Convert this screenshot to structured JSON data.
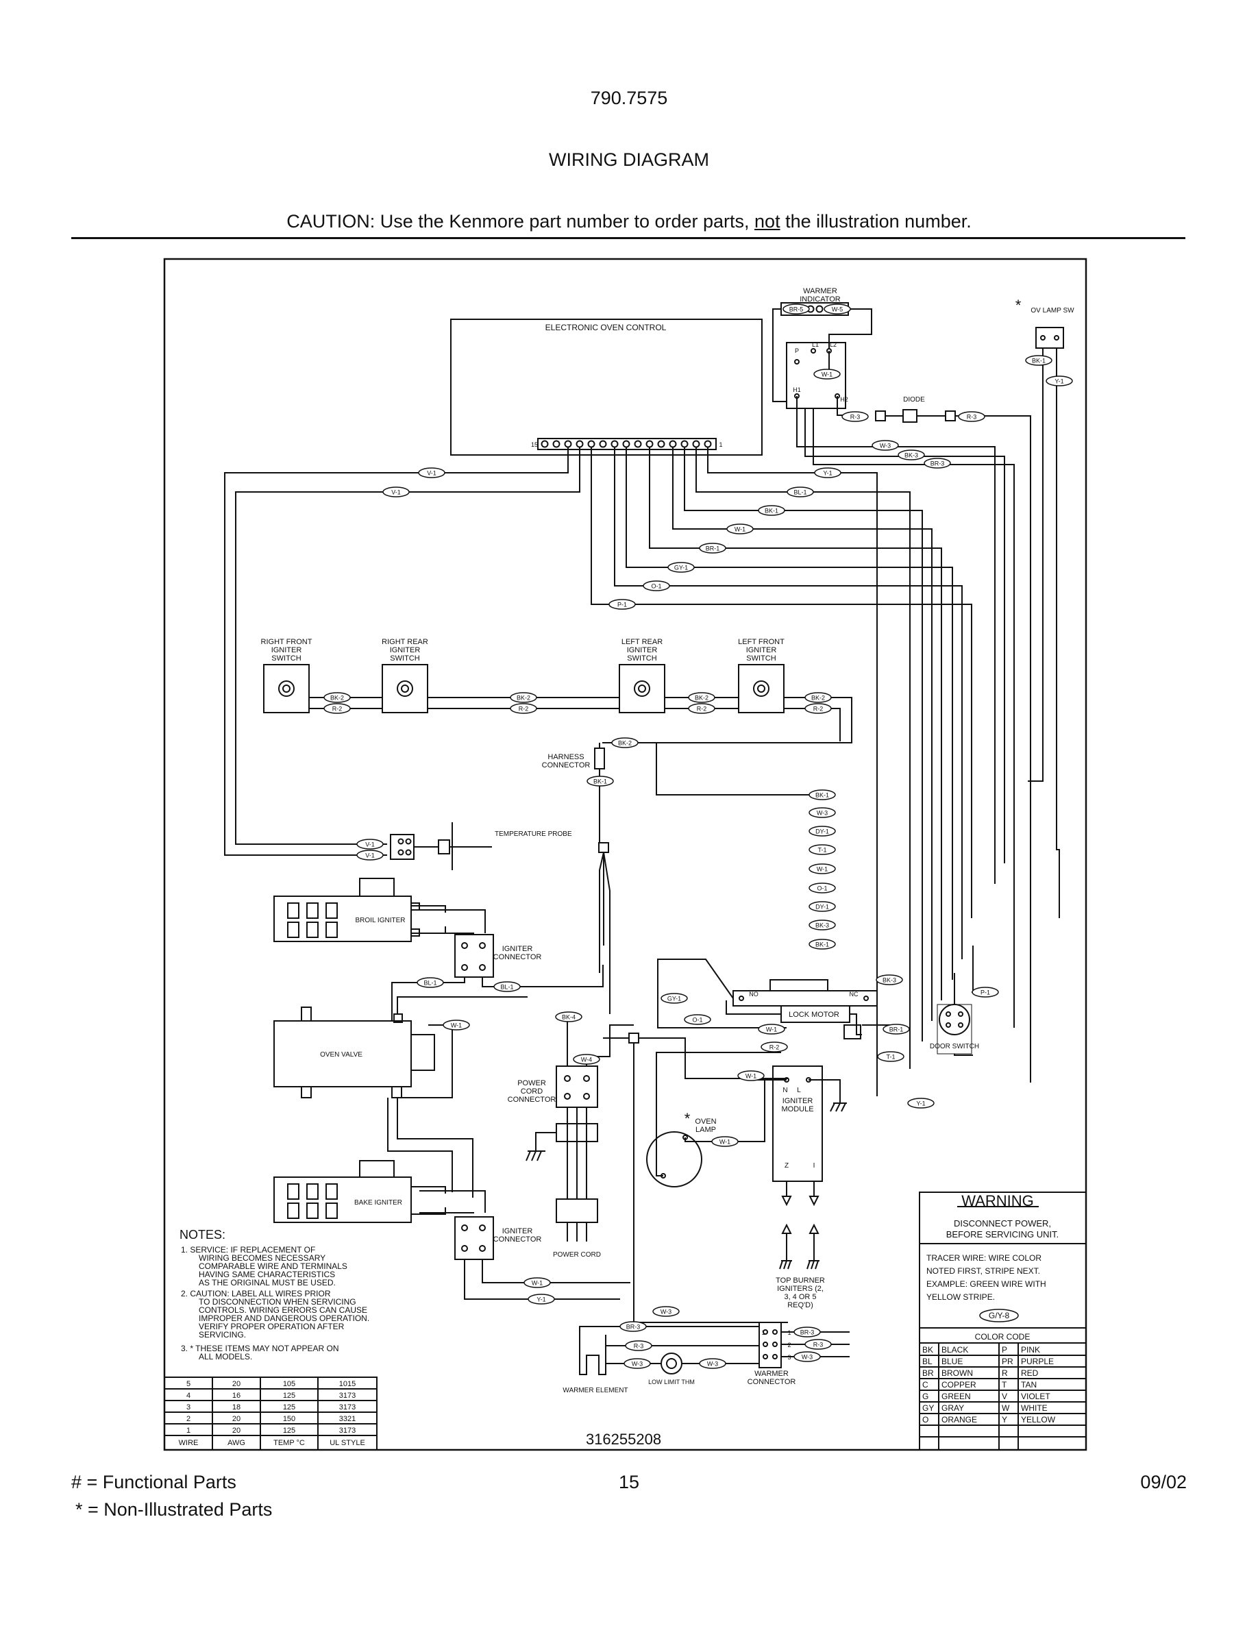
{
  "header": {
    "model": "790.7575",
    "title": "WIRING DIAGRAM",
    "caution_pre": "CAUTION: Use the Kenmore part number to order parts, ",
    "caution_not": "not",
    "caution_post": " the illustration number."
  },
  "components": {
    "eoc": "ELECTRONIC OVEN CONTROL",
    "eoc_pin_first": "15",
    "eoc_pin_last": "1",
    "warmer_indicator": "WARMER INDICATOR",
    "ov_lamp_sw": "OV LAMP SW",
    "diode": "DIODE",
    "rf_igniter": "RIGHT FRONT IGNITER SWITCH",
    "rr_igniter": "RIGHT REAR IGNITER SWITCH",
    "lr_igniter": "LEFT REAR IGNITER SWITCH",
    "lf_igniter": "LEFT FRONT IGNITER SWITCH",
    "harness_connector": "HARNESS CONNECTOR",
    "temp_probe": "TEMPERATURE PROBE",
    "broil_igniter": "BROIL IGNITER",
    "igniter_connector": "IGNITER CONNECTOR",
    "oven_valve": "OVEN VALVE",
    "bake_igniter": "BAKE IGNITER",
    "lock_motor": "LOCK MOTOR",
    "no": "NO",
    "nc": "NC",
    "door_switch": "DOOR SWITCH",
    "power_cord_connector": "POWER CORD CONNECTOR",
    "power_cord": "POWER CORD",
    "oven_lamp": "OVEN LAMP",
    "igniter_module": "IGNITER MODULE",
    "top_burner": "TOP BURNER IGNITERS (2, 3, 4 OR 5 REQ'D)",
    "warmer_element": "WARMER ELEMENT",
    "low_limit": "LOW LIMIT THM",
    "warmer_connector": "WARMER CONNECTOR",
    "part_number": "316255208"
  },
  "wire_tags": {
    "br5": "BR-5",
    "w5": "W-5",
    "bk1": "BK-1",
    "y1": "Y-1",
    "w1": "W-1",
    "r3": "R-3",
    "w3": "W-3",
    "bk3": "BK-3",
    "br3": "BR-3",
    "v1": "V-1",
    "bl1": "BL-1",
    "br1": "BR-1",
    "gy1": "GY-1",
    "o1": "O-1",
    "p1": "P-1",
    "bk2": "BK-2",
    "r2": "R-2",
    "dy1": "DY-1",
    "t1": "T-1",
    "bk4": "BK-4",
    "w4": "W-4",
    "gy8": "G/Y-8"
  },
  "notes": {
    "title": "NOTES:",
    "n1": [
      "1.  SERVICE:  IF REPLACEMENT OF",
      "WIRING BECOMES NECESSARY",
      "COMPARABLE WIRE AND TERMINALS",
      "HAVING SAME CHARACTERISTICS",
      "AS THE ORIGINAL MUST BE USED."
    ],
    "n2": [
      "2.  CAUTION:  LABEL ALL WIRES PRIOR",
      "TO DISCONNECTION WHEN SERVICING",
      "CONTROLS.  WIRING ERRORS CAN CAUSE",
      "IMPROPER AND DANGEROUS OPERATION.",
      "VERIFY PROPER OPERATION AFTER",
      "SERVICING."
    ],
    "n3": [
      "3.  * THESE ITEMS MAY NOT APPEAR ON",
      "ALL MODELS."
    ]
  },
  "wire_table": {
    "headers": [
      "WIRE",
      "AWG",
      "TEMP °C",
      "UL STYLE"
    ],
    "rows": [
      [
        "5",
        "20",
        "105",
        "1015"
      ],
      [
        "4",
        "16",
        "125",
        "3173"
      ],
      [
        "3",
        "18",
        "125",
        "3173"
      ],
      [
        "2",
        "20",
        "150",
        "3321"
      ],
      [
        "1",
        "20",
        "125",
        "3173"
      ]
    ]
  },
  "warning": {
    "title": "WARNING",
    "line1": "DISCONNECT POWER,",
    "line2": "BEFORE SERVICING UNIT.",
    "tracer": [
      "TRACER WIRE:  WIRE COLOR",
      "NOTED FIRST, STRIPE NEXT.",
      "EXAMPLE:   GREEN WIRE WITH",
      "YELLOW STRIPE."
    ],
    "color_code_title": "COLOR CODE",
    "color_codes": [
      [
        "BK",
        "BLACK",
        "P",
        "PINK"
      ],
      [
        "BL",
        "BLUE",
        "PR",
        "PURPLE"
      ],
      [
        "BR",
        "BROWN",
        "R",
        "RED"
      ],
      [
        "C",
        "COPPER",
        "T",
        "TAN"
      ],
      [
        "G",
        "GREEN",
        "V",
        "VIOLET"
      ],
      [
        "GY",
        "GRAY",
        "W",
        "WHITE"
      ],
      [
        "O",
        "ORANGE",
        "Y",
        "YELLOW"
      ]
    ]
  },
  "footer": {
    "functional": "#  =  Functional Parts",
    "non_illustrated": "*    =  Non-Illustrated Parts",
    "page": "15",
    "date": "09/02"
  }
}
